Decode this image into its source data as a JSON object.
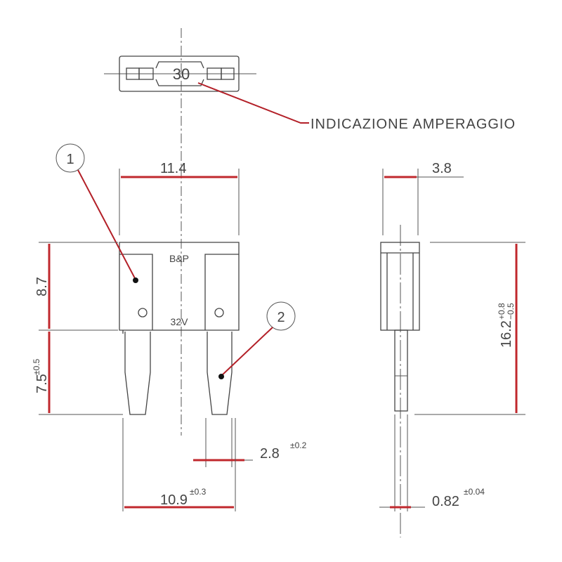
{
  "top_view": {
    "amperage_marking": "30",
    "leader_label": "INDICAZIONE AMPERAGGIO"
  },
  "front_view": {
    "brand_marking": "B&P",
    "voltage_marking": "32V"
  },
  "callouts": [
    "1",
    "2"
  ],
  "dimensions": {
    "width_top": "11.4",
    "body_height": "8.7",
    "blade_length": "7.5",
    "blade_length_tol": "±0.5",
    "blade_width": "2.8",
    "blade_width_tol": "±0.2",
    "overall_width": "10.9",
    "overall_width_tol": "±0.3",
    "thickness": "3.8",
    "overall_height": "16.2",
    "overall_height_tol_plus": "+0.8",
    "overall_height_tol_minus": "−0.5",
    "blade_thickness": "0.82",
    "blade_thickness_tol": "±0.04"
  },
  "colors": {
    "dimension_red": "#c0282d",
    "line": "#444444"
  }
}
